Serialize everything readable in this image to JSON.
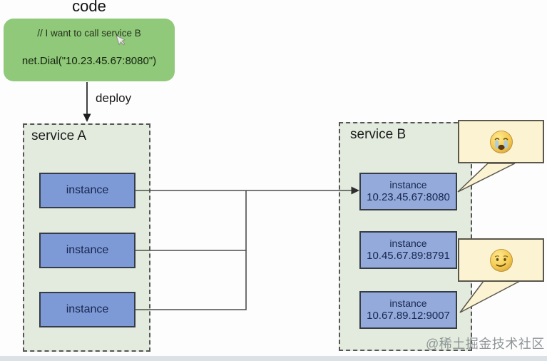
{
  "code_section": {
    "title": "code",
    "comment": "// I want to call service B",
    "code": "net.Dial(\"10.23.45.67:8080\")"
  },
  "deploy_arrow": {
    "label": "deploy"
  },
  "service_a": {
    "label": "service A",
    "instances": [
      {
        "label": "instance"
      },
      {
        "label": "instance"
      },
      {
        "label": "instance"
      }
    ]
  },
  "service_b": {
    "label": "service B",
    "instances": [
      {
        "label": "instance",
        "address": "10.23.45.67:8080"
      },
      {
        "label": "instance",
        "address": "10.45.67.89:8791"
      },
      {
        "label": "instance",
        "address": "10.67.89.12:9007"
      }
    ]
  },
  "speech_bubbles": [
    {
      "emoji": "loudly-crying-face",
      "points_to": "10.23.45.67:8080"
    },
    {
      "emoji": "smirking-face",
      "points_to": "10.67.89.12:9007"
    }
  ],
  "watermark": "@稀土掘金技术社区",
  "colors": {
    "code_box": "#8fc979",
    "service_container": "#e2ebdd",
    "instance_a": "#7d9ad6",
    "instance_b": "#93aadb",
    "speech_bubble": "#fbf3d2",
    "connector": "#4d4d4d"
  }
}
